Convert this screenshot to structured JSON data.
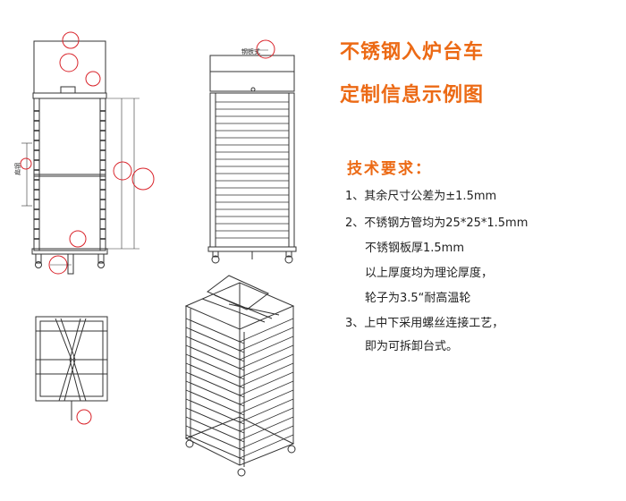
{
  "title_line1": "不锈钢入炉台车",
  "title_line2": "定制信息示例图",
  "requirements_heading": "技术要求：",
  "requirements": [
    "1、其余尺寸公差为±1.5mm",
    "2、不锈钢方管均为25*25*1.5mm",
    "不锈钢板厚1.5mm",
    "以上厚度均为理论厚度，",
    "轮子为3.5“耐高温轮",
    "3、上中下采用螺丝连接工艺，",
    "即为可拆卸台式。"
  ],
  "drawing": {
    "front_label": "扁钢",
    "side_label": "钢板式"
  },
  "colors": {
    "accent": "#ec6a15",
    "markup_circle": "#d9232a",
    "line": "#333333"
  }
}
